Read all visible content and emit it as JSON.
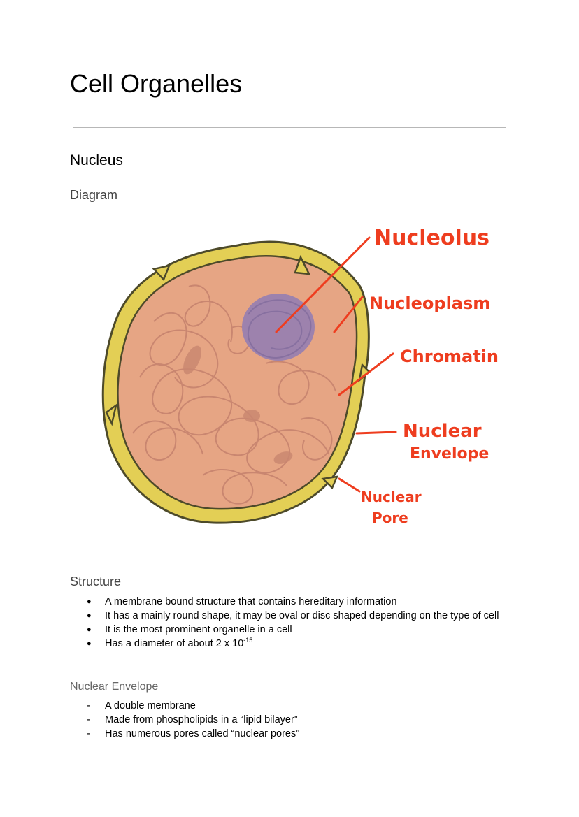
{
  "document": {
    "title": "Cell Organelles",
    "section": "Nucleus",
    "subsection_diagram": "Diagram",
    "diagram_labels": {
      "nucleolus": "Nucleolus",
      "nucleoplasm": "Nucleoplasm",
      "chromatin": "Chromatin",
      "nuclear_envelope_line1": "Nuclear",
      "nuclear_envelope_line2": "Envelope",
      "nuclear_pore_line1": "Nuclear",
      "nuclear_pore_line2": "Pore"
    },
    "structure_heading": "Structure",
    "structure_bullets": [
      "A membrane bound structure that contains hereditary information",
      "It has a mainly round shape, it may be oval or disc shaped depending on the type of cell",
      "It is the most prominent organelle in a cell",
      "Has a diameter of about 2 x 10"
    ],
    "diameter_exponent": "-15",
    "envelope_heading": "Nuclear Envelope",
    "envelope_items": [
      "A double membrane",
      "Made from phospholipids in a “lipid bilayer”",
      "Has numerous pores called “nuclear pores”"
    ]
  },
  "colors": {
    "envelope_fill": "#e3cf55",
    "nucleoplasm_fill": "#e6a584",
    "nucleolus_fill": "#9d82ad",
    "chromatin_stroke": "#c98670",
    "label_red": "#ee3d1f"
  }
}
